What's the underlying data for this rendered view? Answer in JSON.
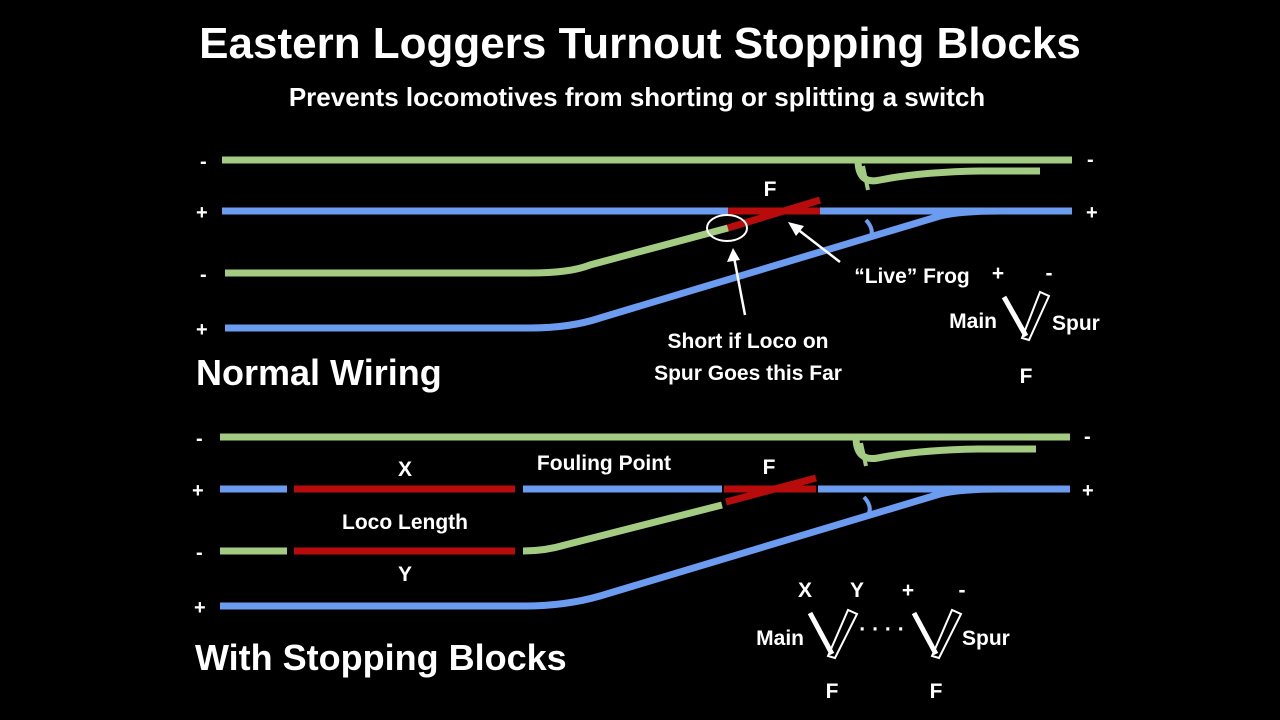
{
  "title": "Eastern Loggers Turnout Stopping Blocks",
  "subtitle": "Prevents locomotives from shorting or splitting a switch",
  "colors": {
    "negative_rail": "#a3cc82",
    "positive_rail": "#6b9cf0",
    "frog": "#b80c0c",
    "background": "#000000",
    "text": "#ffffff"
  },
  "normal": {
    "heading": "Normal Wiring",
    "polarity": {
      "top_left": "-",
      "top_right": "-",
      "second_left": "+",
      "second_right": "+",
      "third_left": "-",
      "bottom_left": "+"
    },
    "frog_label": "F",
    "live_frog_label": "“Live” Frog",
    "short_note_line1": "Short if Loco on",
    "short_note_line2": "Spur Goes this Far",
    "switch_symbol": {
      "plus": "+",
      "minus": "-",
      "main": "Main",
      "spur": "Spur",
      "frog": "F"
    }
  },
  "stopping": {
    "heading": "With Stopping Blocks",
    "polarity": {
      "top_left": "-",
      "top_right": "-",
      "second_left": "+",
      "second_right": "+",
      "third_left": "-",
      "bottom_left": "+"
    },
    "frog_label": "F",
    "block_x_label": "X",
    "block_y_label": "Y",
    "fouling_point_label": "Fouling Point",
    "loco_length_label": "Loco Length",
    "switch_symbol": {
      "x": "X",
      "y": "Y",
      "plus": "+",
      "minus": "-",
      "main": "Main",
      "spur": "Spur",
      "frog1": "F",
      "frog2": "F",
      "dots": "· · · ·"
    }
  }
}
